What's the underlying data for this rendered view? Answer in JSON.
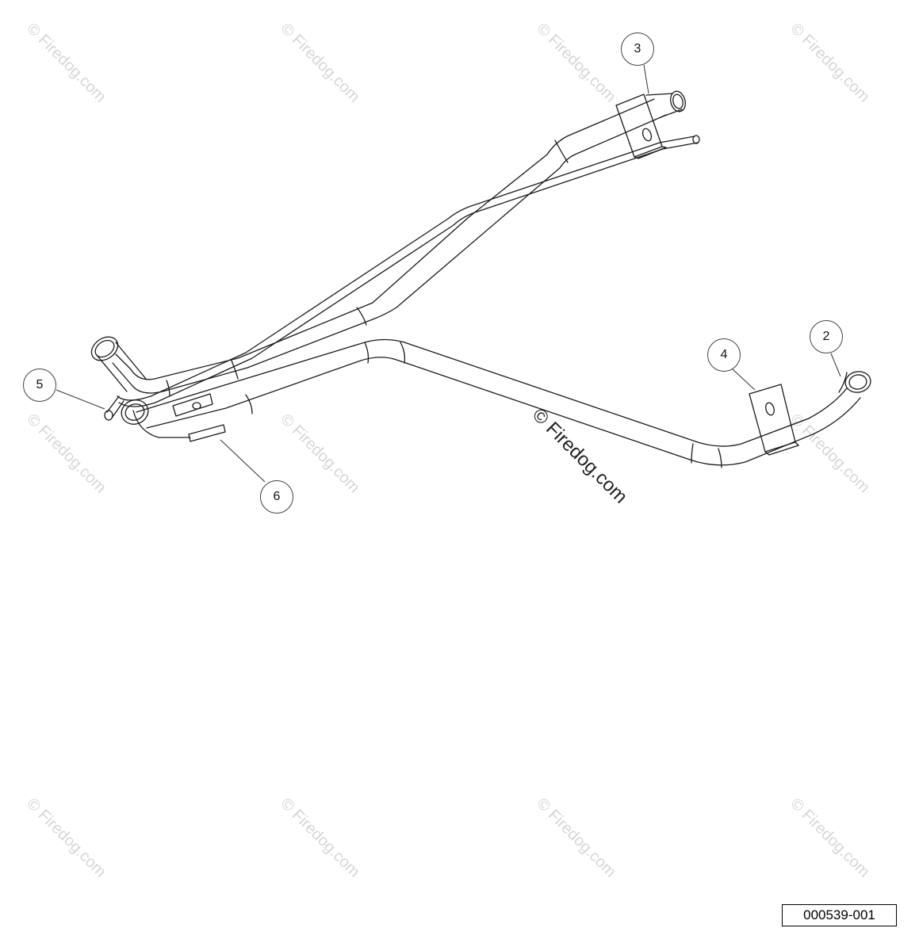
{
  "watermark_text": "© Firedog.com",
  "center_watermark_text": "© Firedog.com",
  "callouts": [
    "3",
    "2",
    "4",
    "5",
    "6"
  ],
  "document_number": "000539-001"
}
